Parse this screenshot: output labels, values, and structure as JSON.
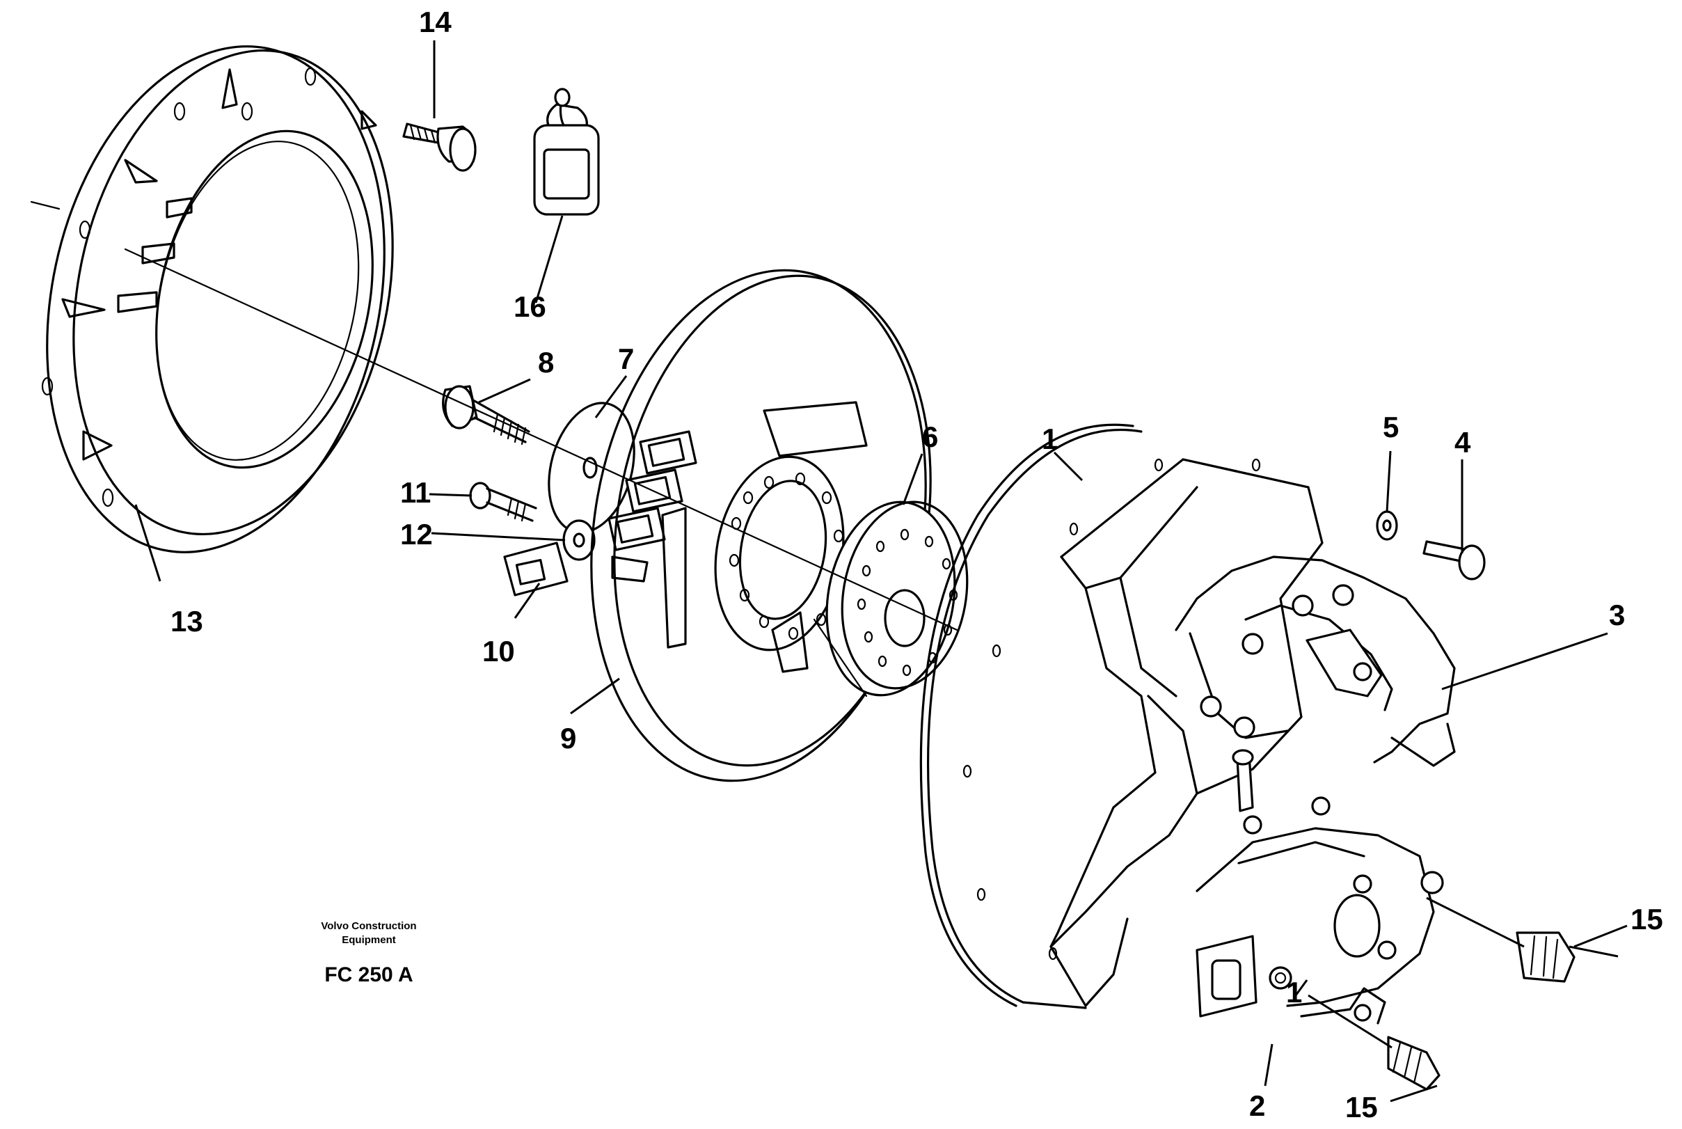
{
  "diagram": {
    "publisher_line1": "Volvo Construction",
    "publisher_line2": "Equipment",
    "figure_code": "FC 250 A"
  },
  "callouts": [
    {
      "id": "part-1-main",
      "label": "1"
    },
    {
      "id": "part-1-fitting",
      "label": "1"
    },
    {
      "id": "part-2",
      "label": "2"
    },
    {
      "id": "part-3",
      "label": "3"
    },
    {
      "id": "part-4",
      "label": "4"
    },
    {
      "id": "part-5",
      "label": "5"
    },
    {
      "id": "part-6",
      "label": "6"
    },
    {
      "id": "part-7",
      "label": "7"
    },
    {
      "id": "part-8",
      "label": "8"
    },
    {
      "id": "part-9",
      "label": "9"
    },
    {
      "id": "part-10",
      "label": "10"
    },
    {
      "id": "part-11",
      "label": "11"
    },
    {
      "id": "part-12",
      "label": "12"
    },
    {
      "id": "part-13",
      "label": "13"
    },
    {
      "id": "part-14",
      "label": "14"
    },
    {
      "id": "part-15-right",
      "label": "15"
    },
    {
      "id": "part-15-bottom",
      "label": "15"
    },
    {
      "id": "part-16",
      "label": "16"
    }
  ]
}
